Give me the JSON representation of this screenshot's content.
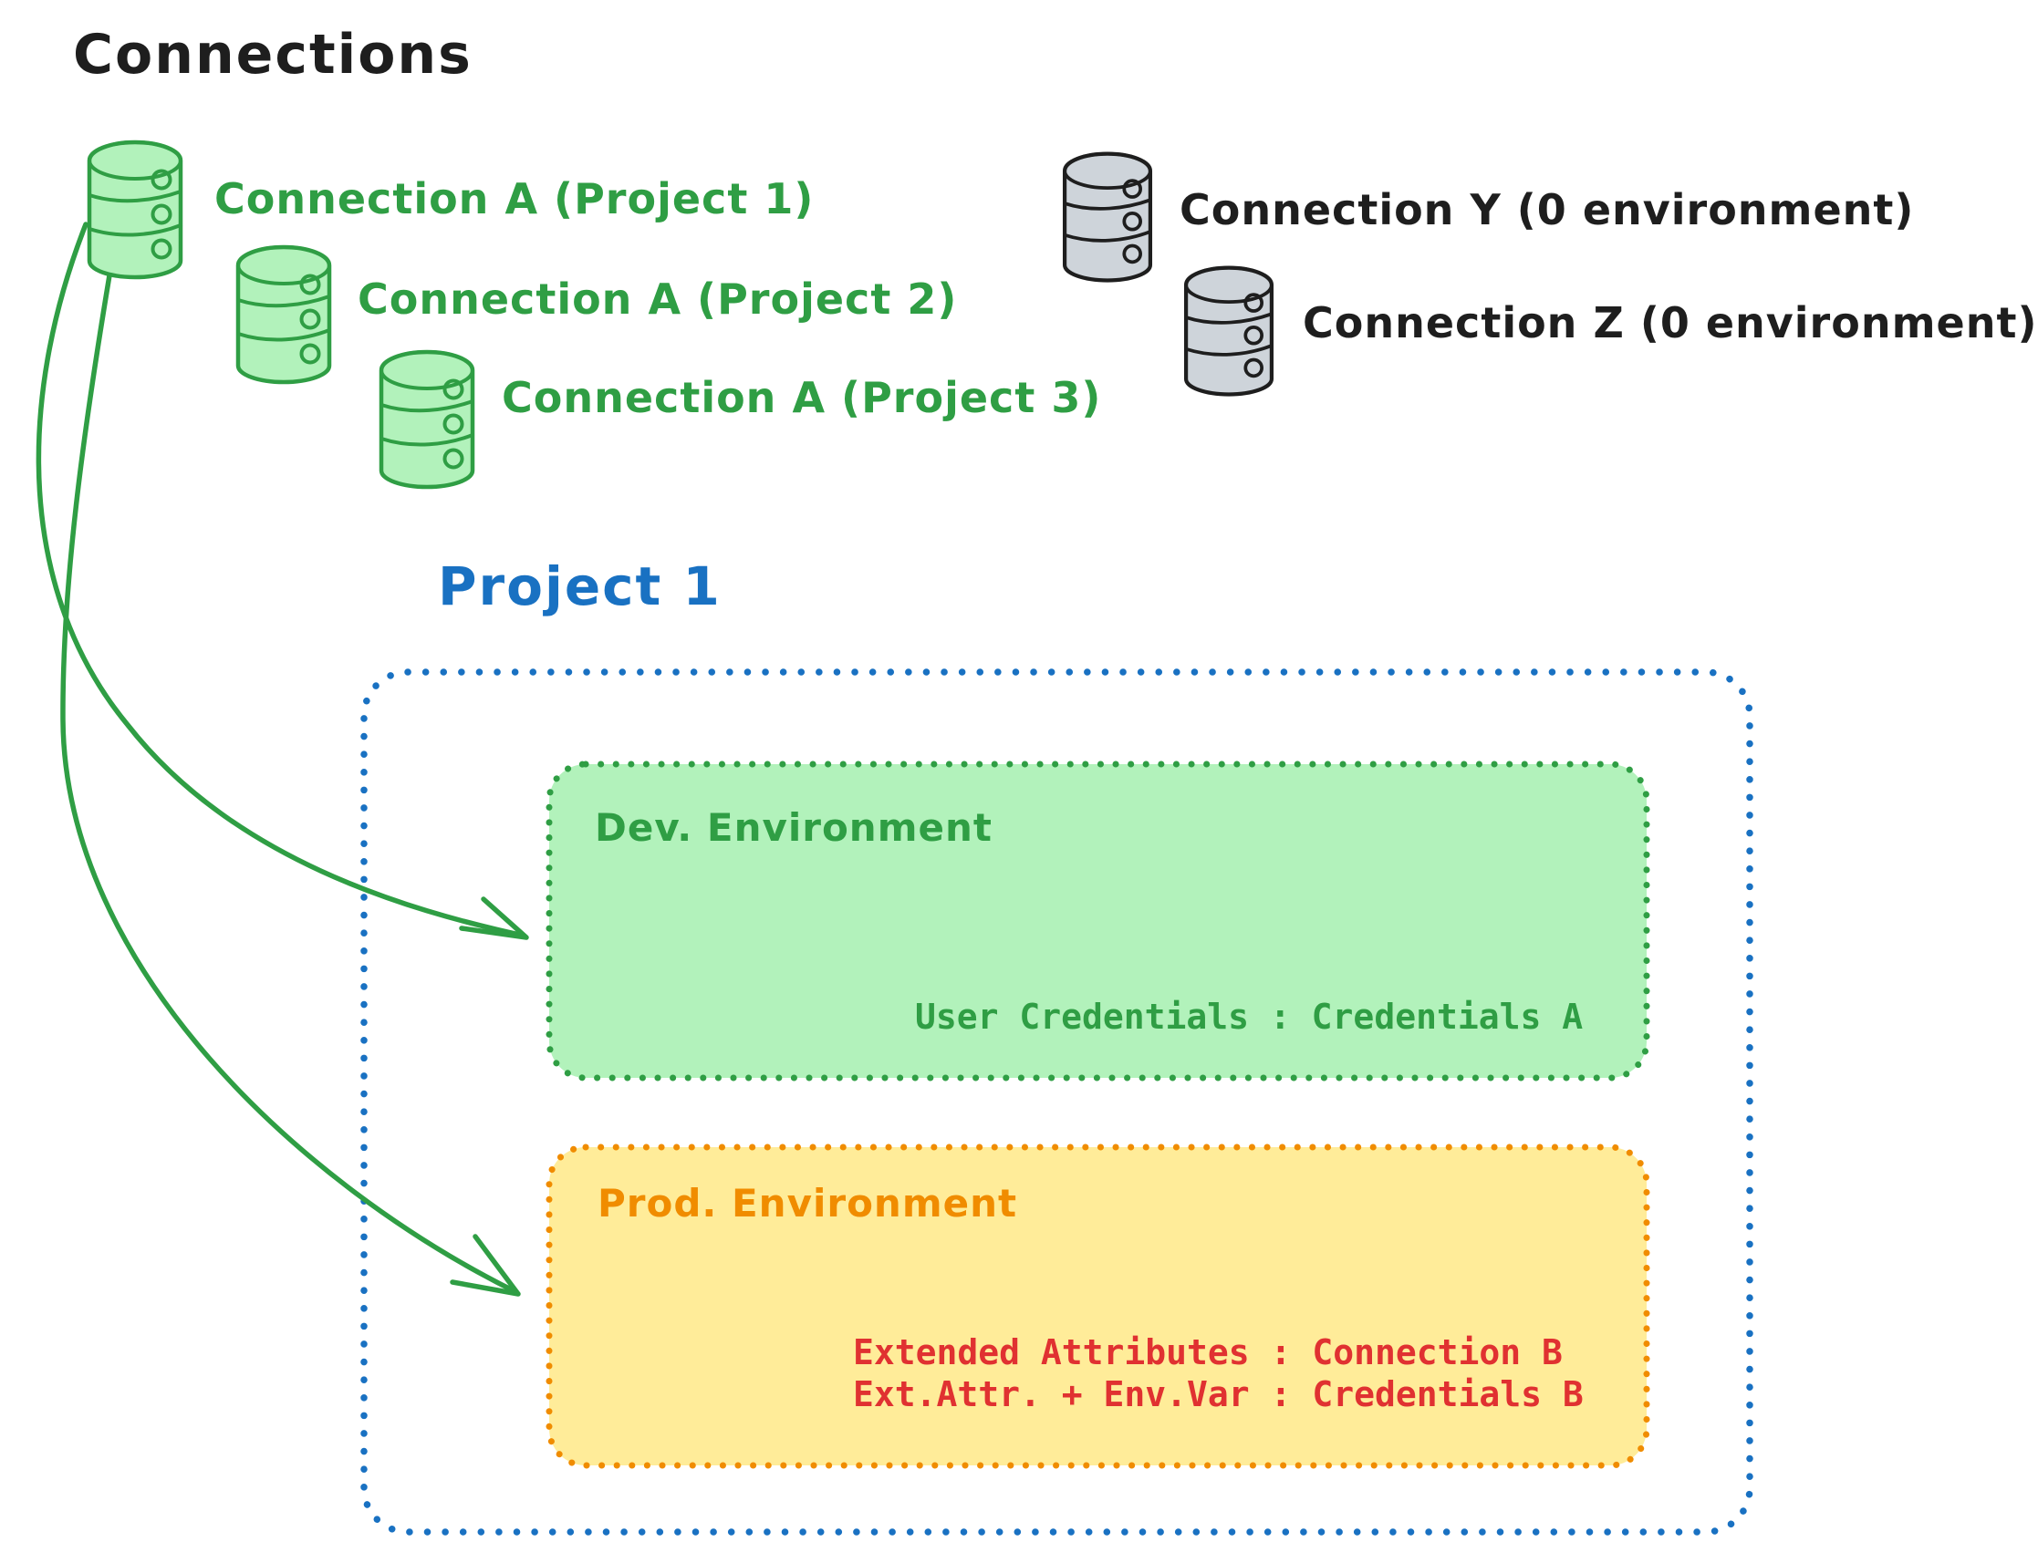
{
  "title": "Connections",
  "palette": {
    "black": "#1e1e1e",
    "green": "#2f9e44",
    "green_fill": "#b2f2bb",
    "gray_fill": "#ced4da",
    "blue": "#1971c2",
    "orange": "#f08c00",
    "yellow_fill": "#ffec99",
    "red": "#e03131"
  },
  "connections": {
    "assigned": [
      {
        "label": "Connection A (Project 1)",
        "icon": "database-icon",
        "color": "green"
      },
      {
        "label": "Connection A (Project 2)",
        "icon": "database-icon",
        "color": "green"
      },
      {
        "label": "Connection A (Project 3)",
        "icon": "database-icon",
        "color": "green"
      }
    ],
    "unassigned": [
      {
        "label": "Connection Y (0 environment)",
        "icon": "database-icon",
        "color": "gray"
      },
      {
        "label": "Connection Z (0 environment)",
        "icon": "database-icon",
        "color": "gray"
      }
    ]
  },
  "project": {
    "title": "Project 1",
    "dev": {
      "title": "Dev. Environment",
      "mapping": "User Credentials : Credentials A"
    },
    "prod": {
      "title": "Prod. Environment",
      "mappings": [
        "Extended Attributes : Connection B",
        "Ext.Attr. + Env.Var : Credentials B"
      ]
    }
  }
}
